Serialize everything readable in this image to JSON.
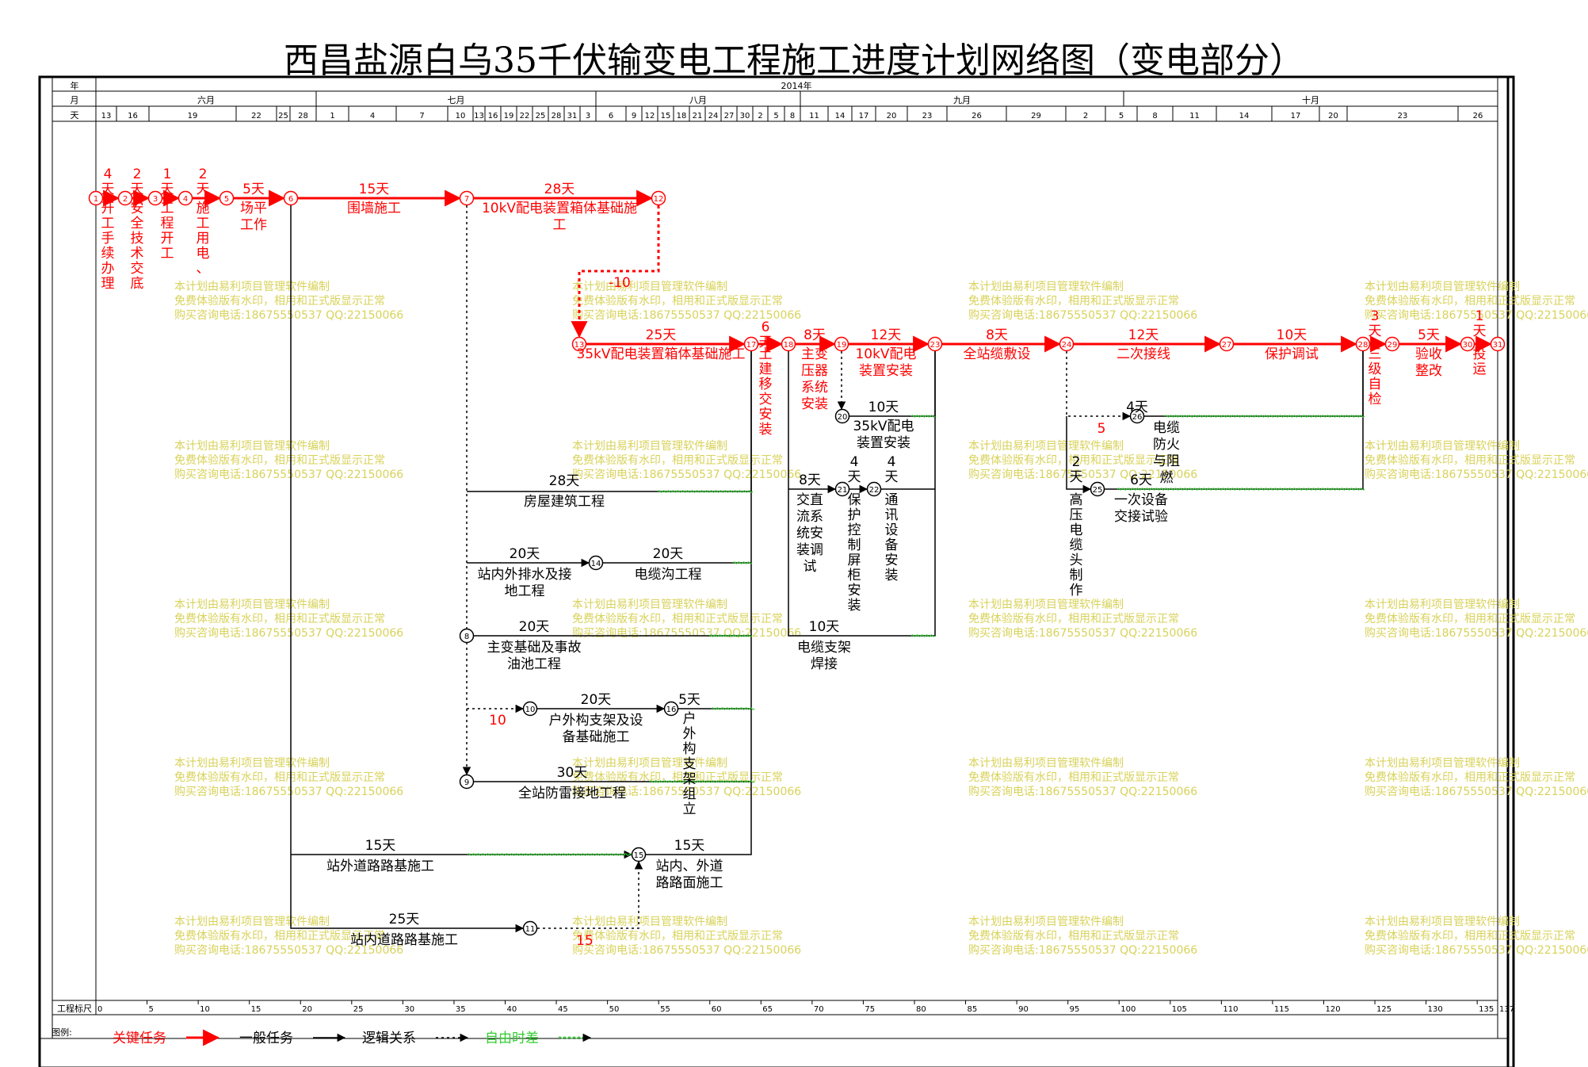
{
  "title": "西昌盐源白乌35千伏输变电工程施工进度计划网络图（变电部分）",
  "header": {
    "row_labels": [
      "年",
      "月",
      "天"
    ],
    "year": "2014年",
    "months": [
      "六月",
      "七月",
      "八月",
      "九月",
      "十月"
    ],
    "days": [
      "13",
      "16",
      "19",
      "22",
      "25",
      "28",
      "1",
      "4",
      "7",
      "10",
      "13",
      "16",
      "19",
      "22",
      "25",
      "28",
      "31",
      "3",
      "6",
      "9",
      "12",
      "15",
      "18",
      "21",
      "24",
      "27",
      "30",
      "2",
      "5",
      "8",
      "11",
      "14",
      "17",
      "20",
      "23",
      "26",
      "29",
      "2",
      "5",
      "8",
      "11",
      "14",
      "17",
      "20",
      "23",
      "26"
    ]
  },
  "scale": {
    "label": "工程标尺",
    "ticks": [
      "0",
      "5",
      "10",
      "15",
      "20",
      "25",
      "30",
      "35",
      "40",
      "45",
      "50",
      "55",
      "60",
      "65",
      "70",
      "75",
      "80",
      "85",
      "90",
      "95",
      "100",
      "105",
      "110",
      "115",
      "120",
      "125",
      "130",
      "135",
      "137"
    ]
  },
  "legend": {
    "label": "图例:",
    "items": [
      {
        "text": "关键任务",
        "color": "#ff0000"
      },
      {
        "text": "一般任务",
        "color": "#000000"
      },
      {
        "text": "逻辑关系",
        "color": "#000000"
      },
      {
        "text": "自由时差",
        "color": "#33cc33"
      }
    ]
  },
  "watermark": [
    "本计划由易利项目管理软件编制",
    "免费体验版有水印，相用和正式版显示正常",
    "购买咨询电话:18675550537 QQ:22150066"
  ],
  "nodes": [
    "1",
    "2",
    "3",
    "4",
    "5",
    "6",
    "7",
    "12",
    "13",
    "17",
    "18",
    "19",
    "23",
    "24",
    "27",
    "28",
    "29",
    "30",
    "31",
    "20",
    "26",
    "25",
    "21",
    "22",
    "14",
    "8",
    "10",
    "16",
    "9",
    "15",
    "11"
  ],
  "tasks": {
    "t1": {
      "dur": "4天",
      "name": "开工手续办理"
    },
    "t2": {
      "dur": "2天",
      "name": "安全技术交底"
    },
    "t3": {
      "dur": "1天",
      "name": "工程开工"
    },
    "t4": {
      "dur": "2天",
      "name": "施工用电、"
    },
    "t5": {
      "dur": "5天",
      "name": "场平工作"
    },
    "t6": {
      "dur": "15天",
      "name": "围墙施工"
    },
    "t7": {
      "dur": "28天",
      "name": "10kV配电装置箱体基础施工"
    },
    "lag1": "-10",
    "t8": {
      "dur": "25天",
      "name": "35kV配电装置箱体基础施工"
    },
    "t9": {
      "dur": "6天",
      "name": "土建移交安装"
    },
    "t10": {
      "dur": "8天",
      "name": "主变压器系统安装"
    },
    "t11": {
      "dur": "12天",
      "name": "10kV配电装置安装"
    },
    "t12": {
      "dur": "8天",
      "name": "全站缆敷设"
    },
    "t13": {
      "dur": "12天",
      "name": "二次接线"
    },
    "t14": {
      "dur": "10天",
      "name": "保护调试"
    },
    "t15": {
      "dur": "3天",
      "name": "三级自检"
    },
    "t16": {
      "dur": "5天",
      "name": "验收整改"
    },
    "t17": {
      "dur": "1天",
      "name": "投运"
    },
    "t18": {
      "dur": "10天",
      "name": "35kV配电装置安装"
    },
    "t19": {
      "dur": "4天",
      "name": "电缆防火与阻燃"
    },
    "lag2": "5",
    "t20": {
      "dur": "2天",
      "name": "高压电缆头制作"
    },
    "t21": {
      "dur": "6天",
      "name": "一次设备交接试验"
    },
    "t22": {
      "dur": "28天",
      "name": "房屋建筑工程"
    },
    "t23": {
      "dur": "8天",
      "name": "交直流系统安装调试"
    },
    "t24": {
      "dur": "4天",
      "name": "保护控制屏柜安装"
    },
    "t25": {
      "dur": "4天",
      "name": "通讯设备安装"
    },
    "t26": {
      "dur": "20天",
      "name": "站内外排水及接地工程"
    },
    "t27": {
      "dur": "20天",
      "name": "电缆沟工程"
    },
    "t28": {
      "dur": "20天",
      "name": "主变基础及事故油池工程"
    },
    "t29": {
      "dur": "10天",
      "name": "电缆支架焊接"
    },
    "lag3": "10",
    "t30": {
      "dur": "20天",
      "name": "户外构支架及设备基础施工"
    },
    "t31": {
      "dur": "5天",
      "name": "户外构支架组立"
    },
    "t32": {
      "dur": "30天",
      "name": "全站防雷接地工程"
    },
    "t33": {
      "dur": "15天",
      "name": "站外道路路基施工"
    },
    "t34": {
      "dur": "15天",
      "name": "站内、外道路路面施工"
    },
    "t35": {
      "dur": "25天",
      "name": "站内道路路基施工"
    },
    "lag4": "15"
  }
}
